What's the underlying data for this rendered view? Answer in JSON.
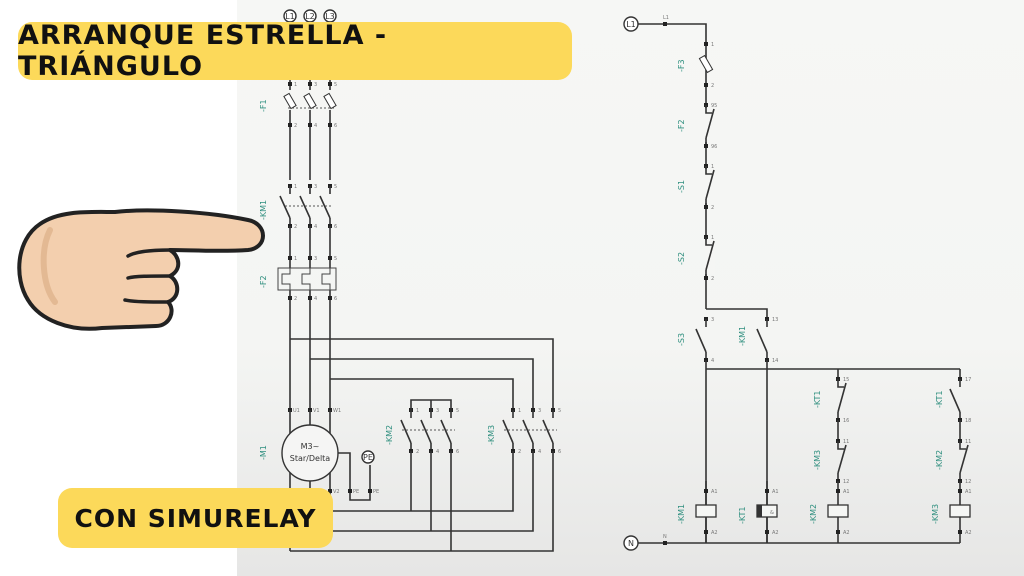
{
  "title": "ARRANQUE ESTRELLA - TRIÁNGULO",
  "subtitle": "CON SIMURELAY",
  "colors": {
    "banner": "#fcd95a",
    "label": "#2f8f7f",
    "skin": "#f3cfae"
  },
  "supply": {
    "l1": "L1",
    "l2": "L2",
    "l3": "L3",
    "n": "N",
    "l1_tag": "L1",
    "n_tag": "N"
  },
  "power": {
    "f1": "-F1",
    "km1": "-KM1",
    "f2": "-F2",
    "m1": "-M1",
    "km2": "-KM2",
    "km3": "-KM3",
    "motor_line1": "M3~",
    "motor_line2": "Star/Delta",
    "pe": "PE",
    "t_odd": [
      "1",
      "3",
      "5"
    ],
    "t_even": [
      "2",
      "4",
      "6"
    ],
    "motor_top": [
      "U1",
      "V1",
      "W1"
    ],
    "motor_bottom": [
      "V2",
      "PE",
      "PE"
    ]
  },
  "control": {
    "f3": "-F3",
    "f2": "-F2",
    "s1": "-S1",
    "s2": "-S2",
    "s3": "-S3",
    "km1_aux": "-KM1",
    "kt1_a": "-KT1",
    "kt1_b": "-KT1",
    "km3_aux": "-KM3",
    "km2_aux": "-KM2",
    "km1_coil": "-KM1",
    "kt1_coil": "-KT1",
    "km2_coil": "-KM2",
    "km3_coil": "-KM3",
    "terminals": {
      "f3": [
        "1",
        "2"
      ],
      "f2": [
        "95",
        "96"
      ],
      "s1": [
        "1",
        "2"
      ],
      "s2": [
        "1",
        "2"
      ],
      "s3": [
        "3",
        "4"
      ],
      "km1": [
        "13",
        "14"
      ],
      "kt1a": [
        "15",
        "16"
      ],
      "kt1b": [
        "17",
        "18"
      ],
      "nc": [
        "11",
        "12"
      ],
      "a1": "A1",
      "a2": "A2"
    },
    "kt1_delay": "&"
  }
}
